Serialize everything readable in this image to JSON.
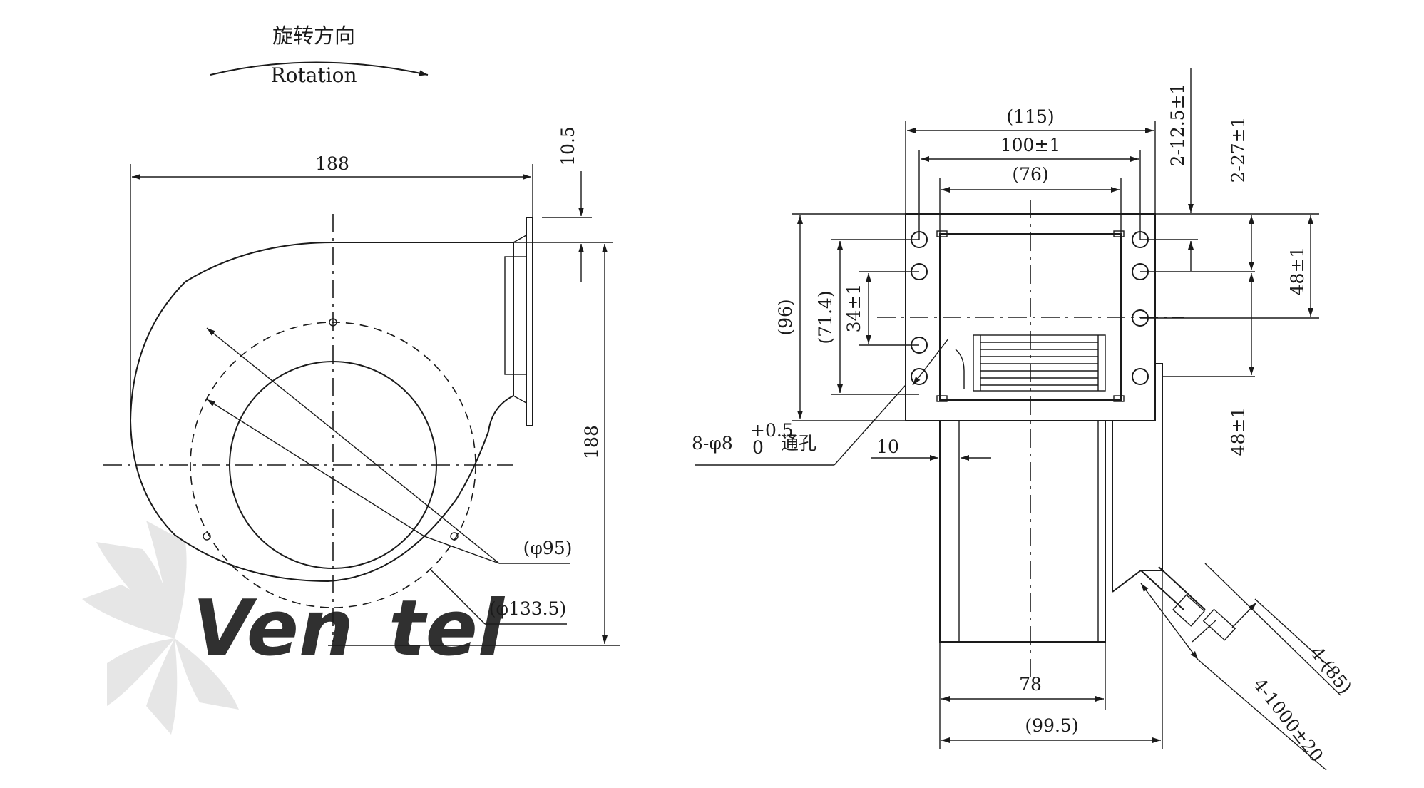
{
  "rotation": {
    "label_cn": "旋转方向",
    "label_en": "Rotation"
  },
  "watermark": {
    "brand_a": "Ven",
    "brand_b": "tel",
    "color_a": "#d9d9d9",
    "color_b": "#cfe3f2"
  },
  "front_view": {
    "dim_width": "188",
    "dim_flange": "10.5",
    "dim_height": "188",
    "dim_inlet": "(φ95)",
    "dim_scroll": "(φ133.5)"
  },
  "side_view": {
    "dim_overall": "(115)",
    "dim_holes": "100±1",
    "dim_opening": "(76)",
    "dim_height": "(96)",
    "dim_inner": "(71.4)",
    "dim_pitch": "34±1",
    "dim_r1": "2-12.5±1",
    "dim_r2": "2-27±1",
    "dim_r3": "48±1",
    "dim_r4": "48±1",
    "holes_note_prefix": "8-φ8",
    "holes_tol_top": "+0.5",
    "holes_tol_bottom": "0",
    "holes_note_suffix": "通孔",
    "dim_ten": "10",
    "dim_wheel": "78",
    "dim_body": "(99.5)",
    "dim_wire_a": "4-(85)",
    "dim_wire_b": "4-1000±20"
  }
}
